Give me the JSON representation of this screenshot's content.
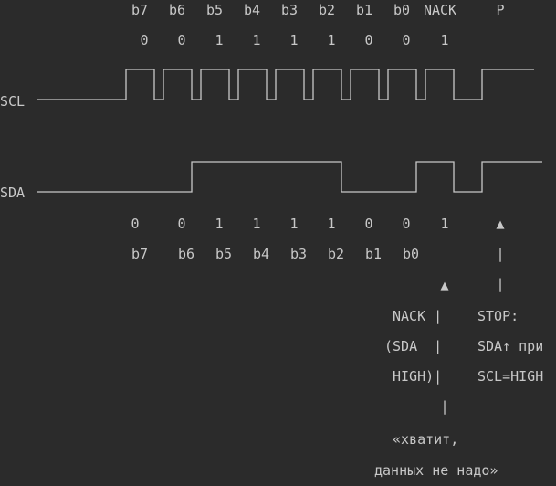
{
  "colors": {
    "background": "#2b2b2b",
    "text": "#c8c8c8",
    "line": "#c8c8c8"
  },
  "top": {
    "bit_labels": [
      "b7",
      "b6",
      "b5",
      "b4",
      "b3",
      "b2",
      "b1",
      "b0",
      "NACK",
      "P"
    ],
    "bit_values": [
      "0",
      "0",
      "1",
      "1",
      "1",
      "1",
      "0",
      "0",
      "1"
    ]
  },
  "signals": {
    "scl_label": "SCL",
    "sda_label": "SDA"
  },
  "bottom": {
    "bit_values": [
      "0",
      "0",
      "1",
      "1",
      "1",
      "1",
      "0",
      "0",
      "1"
    ],
    "bit_labels": [
      "b7",
      "b6",
      "b5",
      "b4",
      "b3",
      "b2",
      "b1",
      "b0"
    ],
    "stop_arrow": "▲",
    "nack_arrow": "▲",
    "bar": "|"
  },
  "notes": {
    "nack_lines": [
      "NACK |",
      "(SDA  |",
      "HIGH)|",
      "|"
    ],
    "stop_lines": [
      "STOP:",
      "SDA↑ при",
      "SCL=HIGH"
    ],
    "quote_lines": [
      "«хватит,",
      "данных не надо»"
    ]
  }
}
